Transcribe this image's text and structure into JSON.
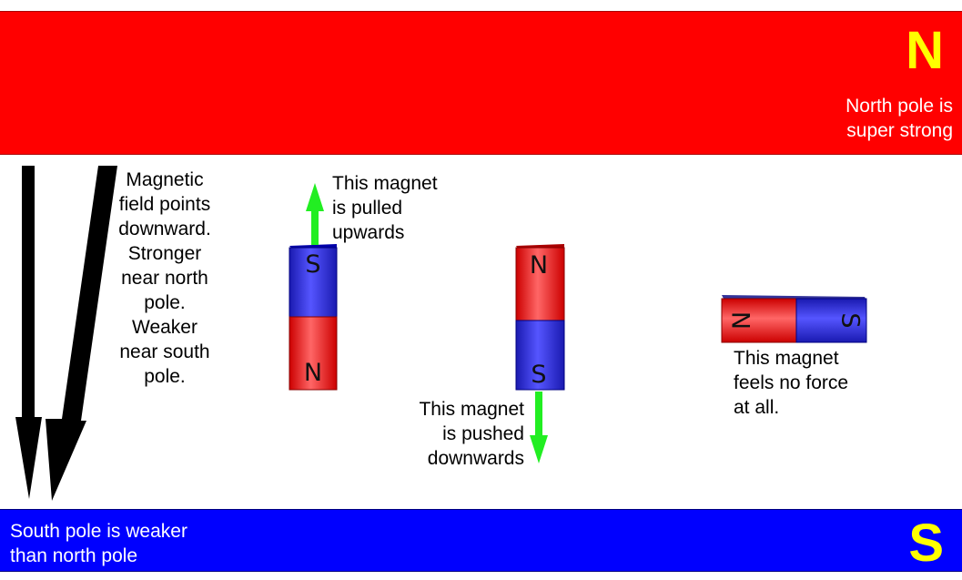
{
  "north_pole": {
    "letter": "N",
    "caption": "North pole is\nsuper strong",
    "color": "#ff0000"
  },
  "south_pole": {
    "letter": "S",
    "caption": "South pole is weaker\nthan north pole",
    "color": "#0000ff"
  },
  "field_description": "Magnetic\nfield points\ndownward.\nStronger\nnear north\npole.\nWeaker\nnear south\npole.",
  "magnets": [
    {
      "top_pole": "S",
      "bottom_pole": "N",
      "force": "up",
      "caption": "This magnet\nis pulled\nupwards"
    },
    {
      "top_pole": "N",
      "bottom_pole": "S",
      "force": "down",
      "caption": "This magnet\nis pushed\ndownwards"
    },
    {
      "left_pole": "N",
      "right_pole": "S",
      "force": "none",
      "caption": "This magnet\nfeels no force\nat all."
    }
  ],
  "colors": {
    "label_yellow": "#ffff00",
    "magnet_red": "#ff2a2a",
    "magnet_blue": "#2a2ae0",
    "force_arrow": "#22ee22",
    "field_arrow": "#000000"
  }
}
